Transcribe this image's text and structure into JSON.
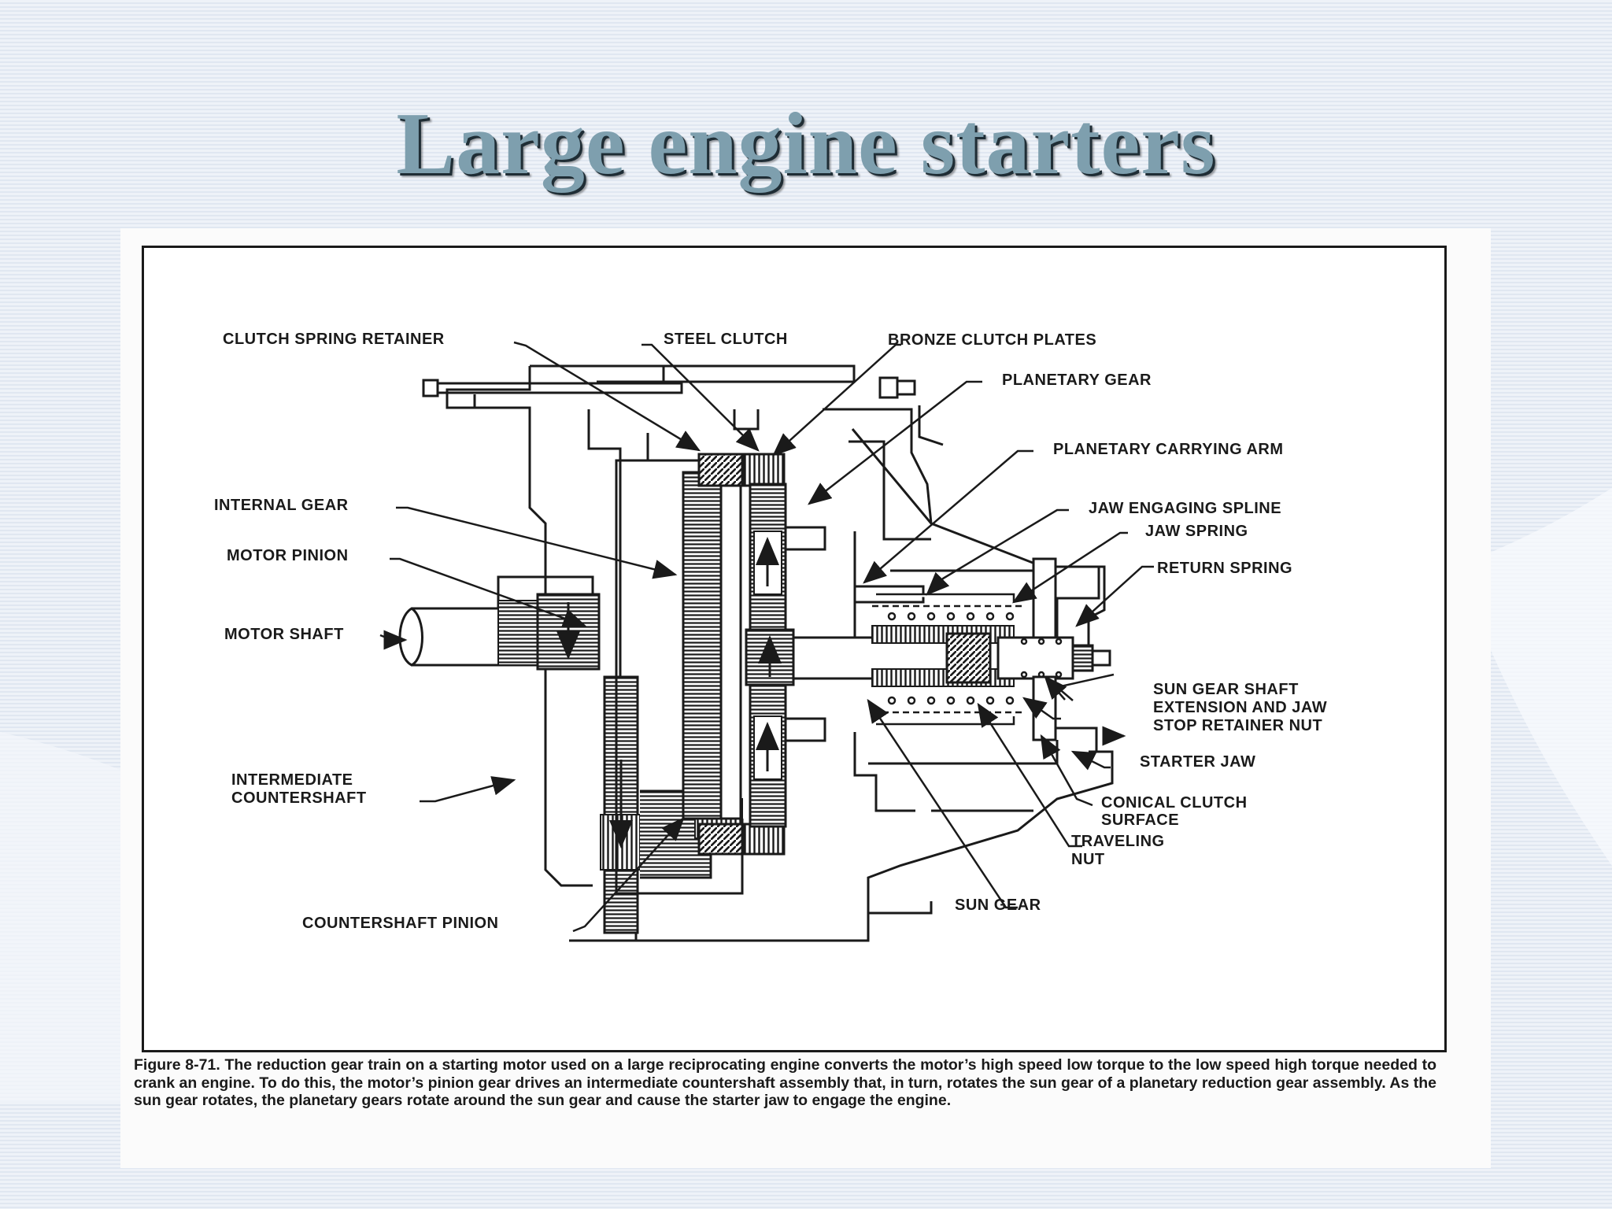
{
  "slide": {
    "title": "Large engine starters"
  },
  "figure": {
    "labels": {
      "clutch_spring_retainer": "CLUTCH SPRING RETAINER",
      "steel_clutch": "STEEL CLUTCH",
      "bronze_clutch_plates": "BRONZE CLUTCH PLATES",
      "planetary_gear": "PLANETARY GEAR",
      "planetary_carrying_arm": "PLANETARY CARRYING ARM",
      "jaw_engaging_spline": "JAW ENGAGING SPLINE",
      "jaw_spring": "JAW SPRING",
      "return_spring": "RETURN SPRING",
      "internal_gear": "INTERNAL GEAR",
      "motor_pinion": "MOTOR PINION",
      "motor_shaft": "MOTOR SHAFT",
      "sun_gear_shaft_1": "SUN GEAR SHAFT",
      "sun_gear_shaft_2": "EXTENSION AND JAW",
      "sun_gear_shaft_3": "STOP RETAINER NUT",
      "starter_jaw": "STARTER JAW",
      "intermediate_countershaft_1": "INTERMEDIATE",
      "intermediate_countershaft_2": "COUNTERSHAFT",
      "conical_clutch_surface_1": "CONICAL CLUTCH",
      "conical_clutch_surface_2": "SURFACE",
      "traveling_nut_1": "TRAVELING",
      "traveling_nut_2": "NUT",
      "sun_gear": "SUN GEAR",
      "countershaft_pinion": "COUNTERSHAFT PINION"
    },
    "caption": "Figure 8-71. The reduction gear train on a starting motor used on a large reciprocating engine converts the motor’s high speed low torque to the low speed high torque needed to crank an engine. To do this, the motor’s pinion gear drives an intermediate countershaft assembly that, in turn, rotates the sun gear of a planetary reduction gear assembly. As the sun gear rotates, the planetary gears rotate around the sun gear and cause the starter jaw to engage the engine."
  },
  "colors": {
    "title": "#7e9fae",
    "ink": "#1a1a1a",
    "background": "#e6ecf4"
  }
}
